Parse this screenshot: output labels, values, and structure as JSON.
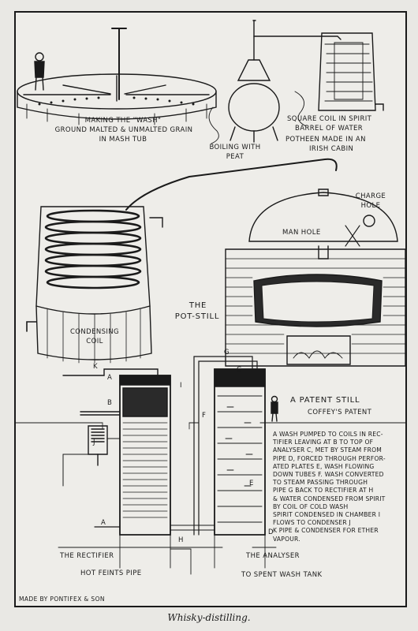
{
  "labels": {
    "making_wash": "MAKING THE \"WASH\"",
    "ground_malted": "GROUND MALTED & UNMALTED GRAIN",
    "in_mash_tub": "IN MASH TUB",
    "boiling_with": "BOILING WITH",
    "peat": "PEAT",
    "square_coil": "SQUARE COIL IN SPIRIT",
    "barrel_of_water": "BARREL OF WATER",
    "potheen_1": "POTHEEN MADE IN AN",
    "potheen_2": "IRISH CABIN",
    "charge": "CHARGE",
    "hole": "HOLE",
    "man_hole": "MAN HOLE",
    "the": "THE",
    "pot_still": "POT-STILL",
    "condensing": "CONDENSING",
    "coil": "COIL",
    "patent_still": "A PATENT STILL",
    "coffeys_patent": "COFFEY'S PATENT",
    "the_rectifier": "THE RECTIFIER",
    "the_analyser": "THE ANALYSER",
    "hot_feints_pipe": "HOT FEINTS PIPE",
    "to_spent_wash_tank": "TO SPENT WASH TANK",
    "made_by": "MADE BY PONTIFEX & SON"
  },
  "letters": {
    "A": "A",
    "B": "B",
    "C": "C",
    "D": "D",
    "E": "E",
    "F": "F",
    "G": "G",
    "H": "H",
    "I": "I",
    "J": "J",
    "K": "K"
  },
  "legend": [
    "A WASH PUMPED TO COILS IN REC-",
    "TIFIER LEAVING AT B TO TOP OF",
    "ANALYSER C, MET BY STEAM FROM",
    "PIPE D, FORCED THROUGH PERFOR-",
    "ATED PLATES E, WASH FLOWING",
    "DOWN TUBES F. WASH CONVERTED",
    "TO STEAM PASSING THROUGH",
    "PIPE G BACK TO RECTIFIER AT H",
    "& WATER CONDENSED FROM SPIRIT",
    "BY COIL OF COLD WASH",
    "SPIRIT CONDENSED IN CHAMBER I",
    "FLOWS TO CONDENSER J",
    "K PIPE & CONDENSER FOR ETHER",
    "VAPOUR."
  ],
  "caption": "Whisky-distilling."
}
